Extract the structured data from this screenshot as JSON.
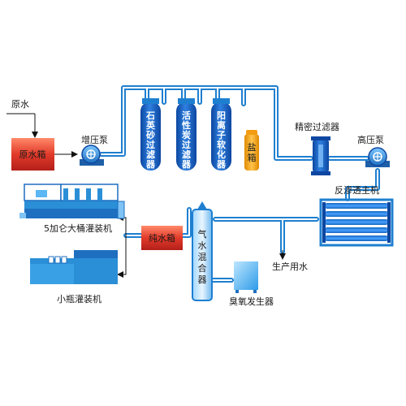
{
  "labels": {
    "raw_water": "原水",
    "raw_water_tank": "原水箱",
    "booster_pump": "增压泵",
    "quartz_filter": "石英砂过滤器",
    "carbon_filter": "活性炭过滤器",
    "softener": "阳离子软化器",
    "salt_tank": "盐箱",
    "precision_filter": "精密过滤器",
    "high_pressure_pump": "高压泵",
    "ro_unit": "反渗透主机",
    "pure_water_tank": "纯水箱",
    "gas_water_mixer": "气水混合器",
    "production_water": "生产用水",
    "ozone_generator": "臭氧发生器",
    "barrel_filler": "5加仑大桶灌装机",
    "bottle_filler": "小瓶灌装机"
  },
  "colors": {
    "pipe": "#1e7fd0",
    "pipe_inner": "#ffffff",
    "tank_red": "#e23a2a",
    "vessel_blue": "#1565c0",
    "salt_orange": "#f39c12",
    "machine_blue": "#2a8fd6",
    "arrow": "#111111"
  }
}
